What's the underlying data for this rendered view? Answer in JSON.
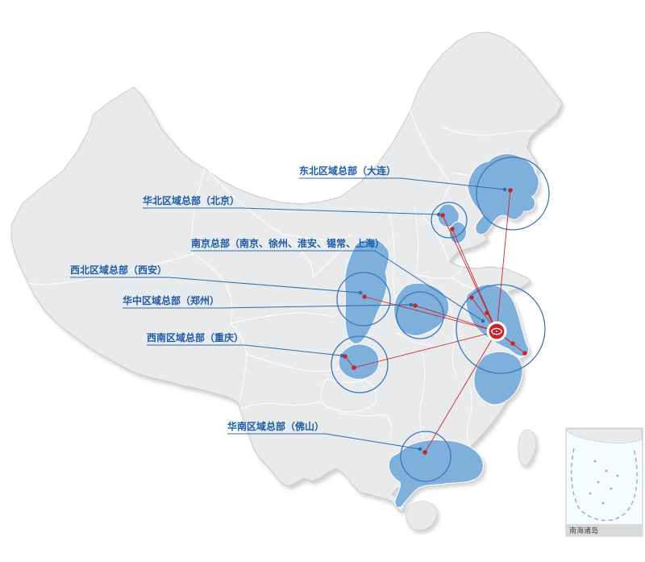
{
  "map": {
    "colors": {
      "land": "#e9eaeb",
      "land_border": "#c9cbcd",
      "highlight": "#7fb0dc",
      "circle": "#3b79b8",
      "leader": "#2e6cab",
      "red": "#c9252c",
      "label": "#1c5ca8"
    },
    "labels": [
      {
        "id": "northeast",
        "text": "东北区域总部（大连）"
      },
      {
        "id": "north",
        "text": "华北区域总部（北京）"
      },
      {
        "id": "nanjing",
        "text": "南京总部（南京、徐州、淮安、锡常、上海）"
      },
      {
        "id": "northwest",
        "text": "西北区域总部（西安）"
      },
      {
        "id": "central",
        "text": "华中区域总部（郑州）"
      },
      {
        "id": "southwest",
        "text": "西南区域总部（重庆）"
      },
      {
        "id": "south",
        "text": "华南区域总部（佛山）"
      }
    ],
    "inset": {
      "label": "南海诸岛"
    }
  }
}
